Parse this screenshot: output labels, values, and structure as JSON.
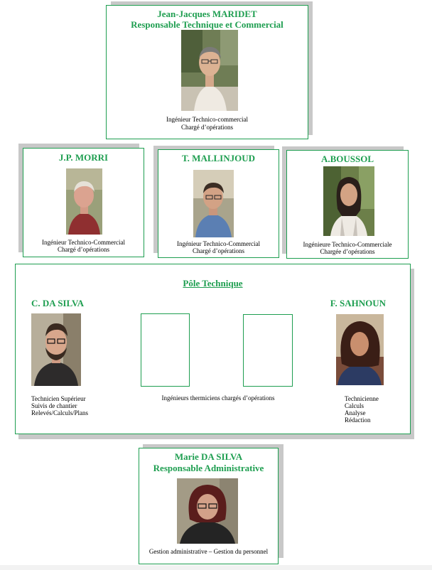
{
  "director": {
    "name": "Jean-Jacques MARIDET",
    "title": "Responsable Technique et Commercial",
    "role_line1": "Ingénieur Technico-commercial",
    "role_line2": "Chargé d’opérations"
  },
  "managers": [
    {
      "name": "J.P. MORRI",
      "role_line1": "Ingénieur Technico-Commercial",
      "role_line2": "Chargé d’opérations"
    },
    {
      "name": "T. MALLINJOUD",
      "role_line1": "Ingénieur Technico-Commercial",
      "role_line2": "Chargé d’opérations"
    },
    {
      "name": "A.BOUSSOL",
      "role_line1": "Ingénieure Technico-Commerciale",
      "role_line2": "Chargée d’opérations"
    }
  ],
  "pole": {
    "title": "Pôle Technique",
    "left": {
      "name": "C. DA SILVA",
      "lines": [
        "Technicien Supérieur",
        "Suivis de chantier",
        "Relevés/Calculs/Plans"
      ]
    },
    "middle_text": "Ingénieurs thermiciens chargés d’opérations",
    "right": {
      "name": "F. SAHNOUN",
      "lines": [
        "Technicienne",
        "Calculs",
        "Analyse",
        "Rédaction"
      ]
    }
  },
  "admin": {
    "name": "Marie DA SILVA",
    "title": "Responsable Administrative",
    "role": "Gestion administrative – Gestion du personnel"
  },
  "colors": {
    "accent": "#1e9e50",
    "shadow": "#c8c8c8"
  }
}
